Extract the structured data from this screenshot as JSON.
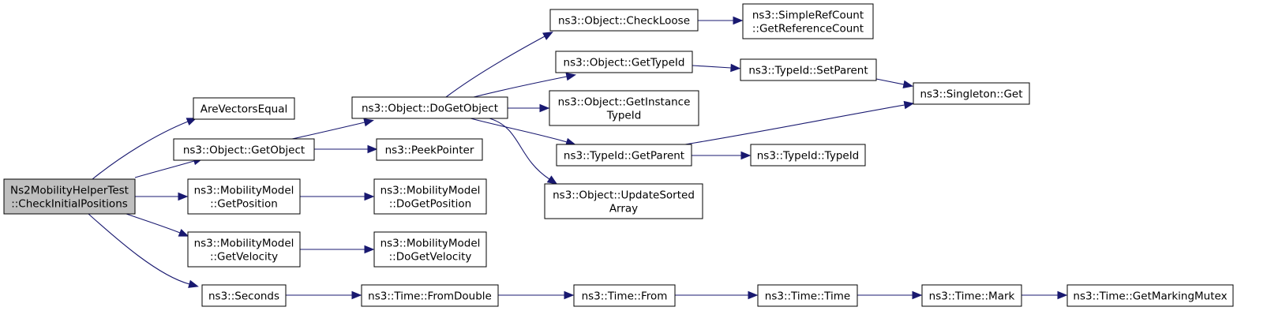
{
  "nodes": {
    "root": [
      "Ns2MobilityHelperTest",
      "::CheckInitialPositions"
    ],
    "are_vectors_equal": [
      "AreVectorsEqual"
    ],
    "get_object": [
      "ns3::Object::GetObject"
    ],
    "get_position": [
      "ns3::MobilityModel",
      "::GetPosition"
    ],
    "get_velocity": [
      "ns3::MobilityModel",
      "::GetVelocity"
    ],
    "seconds": [
      "ns3::Seconds"
    ],
    "do_get_object": [
      "ns3::Object::DoGetObject"
    ],
    "peek_pointer": [
      "ns3::PeekPointer"
    ],
    "do_get_position": [
      "ns3::MobilityModel",
      "::DoGetPosition"
    ],
    "do_get_velocity": [
      "ns3::MobilityModel",
      "::DoGetVelocity"
    ],
    "from_double": [
      "ns3::Time::FromDouble"
    ],
    "check_loose": [
      "ns3::Object::CheckLoose"
    ],
    "get_type_id": [
      "ns3::Object::GetTypeId"
    ],
    "get_instance_type_id": [
      "ns3::Object::GetInstance",
      "TypeId"
    ],
    "get_parent": [
      "ns3::TypeId::GetParent"
    ],
    "update_sorted_array": [
      "ns3::Object::UpdateSorted",
      "Array"
    ],
    "time_from": [
      "ns3::Time::From"
    ],
    "get_reference_count": [
      "ns3::SimpleRefCount",
      "::GetReferenceCount"
    ],
    "set_parent": [
      "ns3::TypeId::SetParent"
    ],
    "typeid_typeid": [
      "ns3::TypeId::TypeId"
    ],
    "time_time": [
      "ns3::Time::Time"
    ],
    "singleton_get": [
      "ns3::Singleton::Get"
    ],
    "time_mark": [
      "ns3::Time::Mark"
    ],
    "get_marking_mutex": [
      "ns3::Time::GetMarkingMutex"
    ]
  },
  "edges": [
    [
      "root",
      "are_vectors_equal"
    ],
    [
      "root",
      "get_object"
    ],
    [
      "root",
      "get_position"
    ],
    [
      "root",
      "get_velocity"
    ],
    [
      "root",
      "seconds"
    ],
    [
      "get_object",
      "do_get_object"
    ],
    [
      "get_object",
      "peek_pointer"
    ],
    [
      "get_position",
      "do_get_position"
    ],
    [
      "get_velocity",
      "do_get_velocity"
    ],
    [
      "seconds",
      "from_double"
    ],
    [
      "do_get_object",
      "check_loose"
    ],
    [
      "do_get_object",
      "get_type_id"
    ],
    [
      "do_get_object",
      "get_instance_type_id"
    ],
    [
      "do_get_object",
      "get_parent"
    ],
    [
      "do_get_object",
      "update_sorted_array"
    ],
    [
      "check_loose",
      "get_reference_count"
    ],
    [
      "get_type_id",
      "set_parent"
    ],
    [
      "set_parent",
      "singleton_get"
    ],
    [
      "get_parent",
      "singleton_get"
    ],
    [
      "get_parent",
      "typeid_typeid"
    ],
    [
      "from_double",
      "time_from"
    ],
    [
      "time_from",
      "time_time"
    ],
    [
      "time_time",
      "time_mark"
    ],
    [
      "time_mark",
      "get_marking_mutex"
    ]
  ],
  "colors": {
    "edge": "#191970",
    "root_fill": "#bfbfbf",
    "node_fill": "#ffffff",
    "node_stroke": "#000000"
  }
}
